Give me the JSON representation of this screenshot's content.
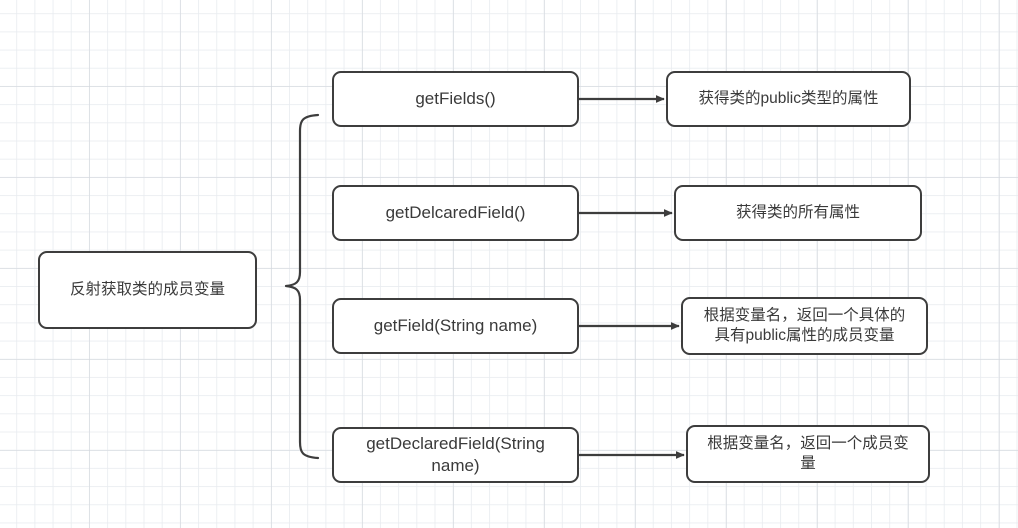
{
  "diagram": {
    "title": "反射获取类的成员变量",
    "root": {
      "label": "反射获取类的成员变量"
    },
    "methods": [
      {
        "label": "getFields()"
      },
      {
        "label": "getDelcaredField()"
      },
      {
        "label": "getField(String name)"
      },
      {
        "label": "getDeclaredField(String\nname)"
      }
    ],
    "descriptions": [
      {
        "label": "获得类的public类型的属性"
      },
      {
        "label": "获得类的所有属性"
      },
      {
        "label": "根据变量名，返回一个具体的\n具有public属性的成员变量"
      },
      {
        "label": "根据变量名，返回一个成员变\n量"
      }
    ],
    "connector": {
      "brace_name": "curly-brace",
      "arrow_name": "arrow-right"
    },
    "colors": {
      "stroke": "#3d3d3d",
      "text": "#3a3a3a",
      "background": "#ffffff",
      "grid_minor": "#e9ecf0",
      "grid_major": "#d2d6dc"
    }
  }
}
